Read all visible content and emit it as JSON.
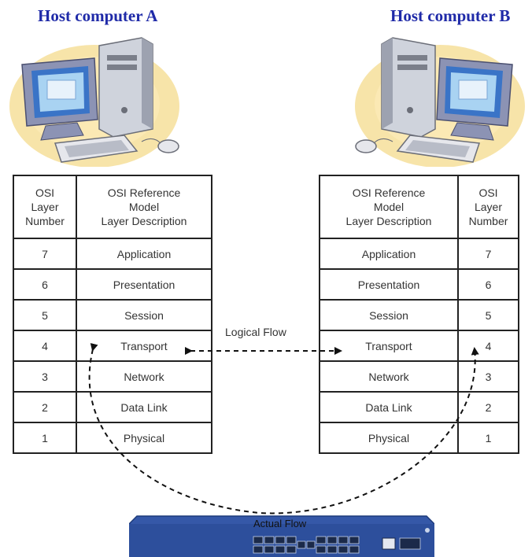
{
  "hosts": {
    "a": {
      "title": "Host computer A"
    },
    "b": {
      "title": "Host computer B"
    }
  },
  "table_headers": {
    "number": [
      "OSI",
      "Layer",
      "Number"
    ],
    "description": [
      "OSI Reference",
      "Model",
      "Layer Description"
    ]
  },
  "layers": [
    {
      "number": "7",
      "name": "Application"
    },
    {
      "number": "6",
      "name": "Presentation"
    },
    {
      "number": "5",
      "name": "Session"
    },
    {
      "number": "4",
      "name": "Transport"
    },
    {
      "number": "3",
      "name": "Network"
    },
    {
      "number": "2",
      "name": "Data Link"
    },
    {
      "number": "1",
      "name": "Physical"
    }
  ],
  "flows": {
    "logical": "Logical Flow",
    "actual": "Actual Flow"
  },
  "colors": {
    "title": "#1f2aa8",
    "switch_body": "#3558a8",
    "table_border": "#222222"
  },
  "icons": {
    "host_a": "desktop-computer-icon",
    "host_b": "desktop-computer-icon",
    "network": "network-switch-icon"
  }
}
